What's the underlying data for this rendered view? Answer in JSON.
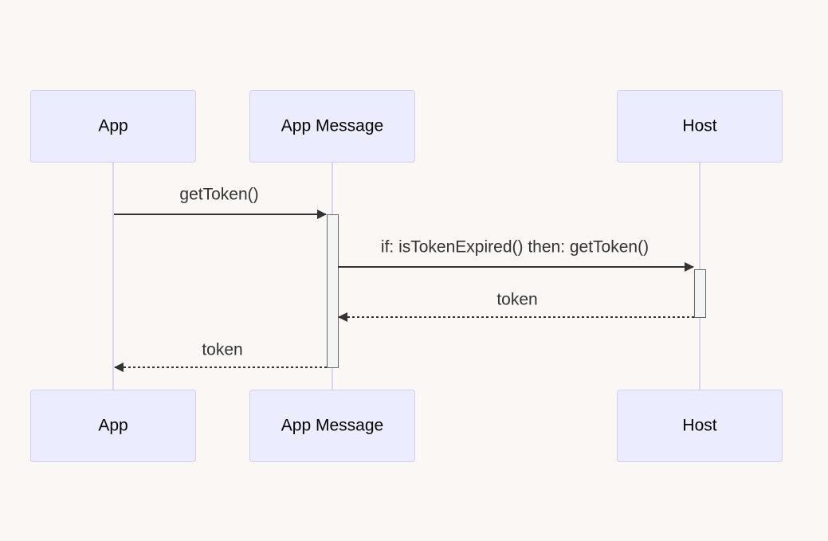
{
  "participants": {
    "app": "App",
    "app_message": "App Message",
    "host": "Host"
  },
  "messages": [
    {
      "label": "getToken()",
      "from": "App",
      "to": "App Message",
      "style": "solid"
    },
    {
      "label": "if: isTokenExpired() then: getToken()",
      "from": "App Message",
      "to": "Host",
      "style": "solid"
    },
    {
      "label": "token",
      "from": "Host",
      "to": "App Message",
      "style": "dashed"
    },
    {
      "label": "token",
      "from": "App Message",
      "to": "App",
      "style": "dashed"
    }
  ],
  "colors": {
    "background": "#faf7f5",
    "actor_fill": "#ececff",
    "actor_border": "#d6cbf5",
    "lifeline": "#dcd2f7",
    "message": "#333333",
    "activation_fill": "#f4f4f4"
  }
}
